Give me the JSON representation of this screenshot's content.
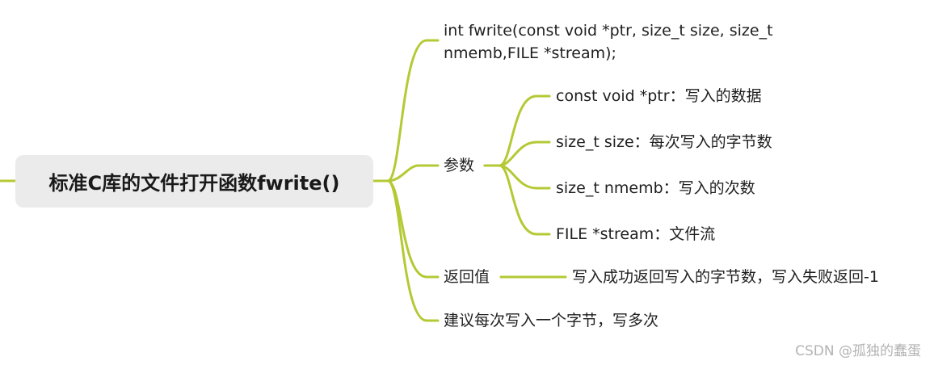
{
  "root": {
    "label": "标准C库的文件打开函数fwrite()"
  },
  "branches": {
    "signature": {
      "line1": "int fwrite(const void *ptr, size_t size, size_t",
      "line2": "nmemb,FILE *stream);"
    },
    "params": {
      "label": "参数",
      "items": [
        "const void *ptr：写入的数据",
        "size_t size：每次写入的字节数",
        "size_t nmemb：写入的次数",
        "FILE *stream：文件流"
      ]
    },
    "return_value": {
      "label": "返回值",
      "detail": "写入成功返回写入的字节数，写入失败返回-1"
    },
    "advice": {
      "label": "建议每次写入一个字节，写多次"
    }
  },
  "watermark": "CSDN @孤独的蠢蛋",
  "colors": {
    "connector": "#b5c934",
    "root_bg": "#ebebeb"
  }
}
